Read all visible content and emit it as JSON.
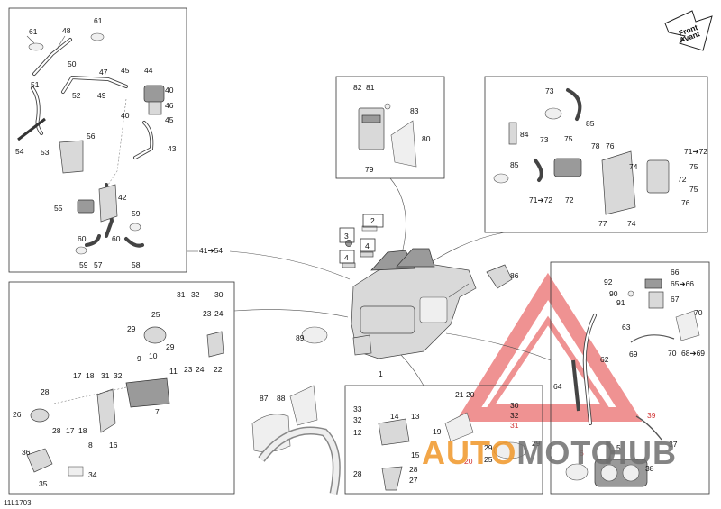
{
  "footer_code": "11L1703",
  "front_label": "Front",
  "front_label_fr": "Avant",
  "watermark_left": "AUTO",
  "watermark_mid": "MOTO",
  "watermark_right": "HUB",
  "colors": {
    "watermark_red": "#e23a3a",
    "watermark_orange": "#f0962a",
    "watermark_grey": "#6e6e6e",
    "callout_red": "#d03030"
  },
  "callouts": {
    "c61a": "61",
    "c61b": "61",
    "c48": "48",
    "c50": "50",
    "c47": "47",
    "c45a": "45",
    "c44": "44",
    "c51": "51",
    "c52": "52",
    "c49": "49",
    "c40a": "40",
    "c46": "46",
    "c40b": "40",
    "c45b": "45",
    "c43": "43",
    "c54": "54",
    "c56": "56",
    "c53": "53",
    "c42": "42",
    "c55": "55",
    "c59": "59",
    "c60a": "60",
    "c60b": "60",
    "c59b": "59",
    "c57": "57",
    "c58": "58",
    "c41_54": "41➔54",
    "c82": "82",
    "c81": "81",
    "c83": "83",
    "c80": "80",
    "c79": "79",
    "c73a": "73",
    "c85a": "85",
    "c84": "84",
    "c73b": "73",
    "c75a": "75",
    "c78": "78",
    "c76a": "76",
    "c71_72a": "71➔72",
    "c75b": "75",
    "c74a": "74",
    "c72a": "72",
    "c75c": "75",
    "c85b": "85",
    "c71_72b": "71➔72",
    "c72b": "72",
    "c76b": "76",
    "c77": "77",
    "c74b": "74",
    "c2": "2",
    "c3": "3",
    "c4a": "4",
    "c4b": "4",
    "c86": "86",
    "c89": "89",
    "c1": "1",
    "c31a": "31",
    "c32a": "32",
    "c30a": "30",
    "c25": "25",
    "c23": "23",
    "c24a": "24",
    "c29a": "29",
    "c29b": "29",
    "c22": "22",
    "c10": "10",
    "c9": "9",
    "c23b": "23",
    "c24b": "24",
    "c11": "11",
    "c17a": "17",
    "c18a": "18",
    "c31b": "31",
    "c32b": "32",
    "c28a": "28",
    "c26": "26",
    "c28b": "28",
    "c17b": "17",
    "c18b": "18",
    "c8": "8",
    "c16": "16",
    "c7": "7",
    "c36": "36",
    "c35": "35",
    "c34": "34",
    "c87": "87",
    "c88": "88",
    "c33": "33",
    "c32c": "32",
    "c21": "21",
    "c20a": "20",
    "c30b": "30",
    "c32d": "32",
    "c31c": "31",
    "c14": "14",
    "c13": "13",
    "c12": "12",
    "c15": "15",
    "c19": "19",
    "c20b": "20",
    "c29c": "29",
    "c25b": "25",
    "c29d": "29",
    "c28c": "28",
    "c28d": "28",
    "c27": "27",
    "c66": "66",
    "c92": "92",
    "c65_66": "65➔66",
    "c90": "90",
    "c67": "67",
    "c91": "91",
    "c70a": "70",
    "c63": "63",
    "c69": "69",
    "c62": "62",
    "c70b": "70",
    "c68_69": "68➔69",
    "c64": "64",
    "c39": "39",
    "c37": "37",
    "c6": "6",
    "c5": "5",
    "c38": "38"
  }
}
